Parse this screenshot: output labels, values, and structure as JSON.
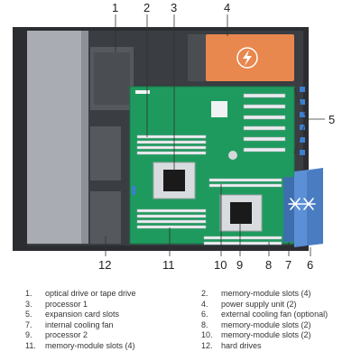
{
  "callouts": [
    "1",
    "2",
    "3",
    "4",
    "5",
    "6",
    "7",
    "8",
    "9",
    "10",
    "11",
    "12"
  ],
  "legend": {
    "left": [
      {
        "num": "1.",
        "text": "optical drive or tape drive"
      },
      {
        "num": "3.",
        "text": "processor 1"
      },
      {
        "num": "5.",
        "text": "expansion card slots"
      },
      {
        "num": "7.",
        "text": "internal cooling fan"
      },
      {
        "num": "9.",
        "text": "processor 2"
      },
      {
        "num": "11.",
        "text": "memory-module slots (4)"
      }
    ],
    "right": [
      {
        "num": "2.",
        "text": "memory-module slots (4)"
      },
      {
        "num": "4.",
        "text": "power supply unit (2)"
      },
      {
        "num": "6.",
        "text": "external cooling fan (optional)"
      },
      {
        "num": "8.",
        "text": "memory-module slots (2)"
      },
      {
        "num": "10.",
        "text": "memory-module slots (2)"
      },
      {
        "num": "12.",
        "text": "hard drives"
      }
    ]
  },
  "colors": {
    "chassis": "#2b2d31",
    "motherboard": "#1f9a5e",
    "psu": "#e8874e",
    "external_fan": "#5b8fd6",
    "drive_bay": "#a9adb3"
  },
  "icons": [
    "power-bolt-icon",
    "fan-icon"
  ]
}
